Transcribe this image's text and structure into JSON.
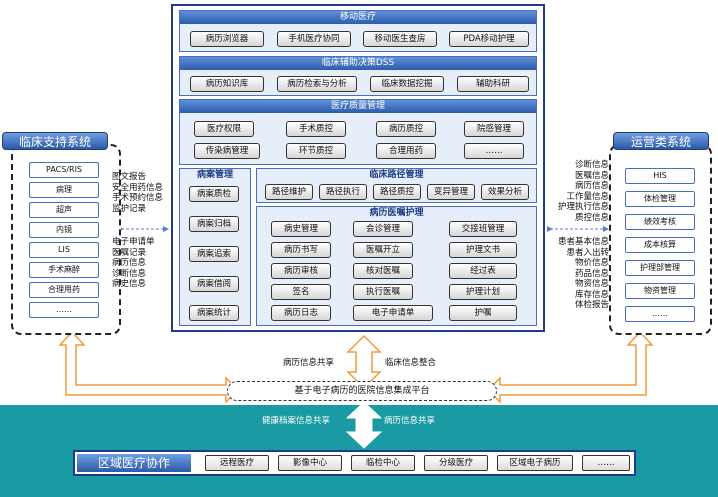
{
  "mobile": {
    "title": "移动医疗",
    "items": [
      "病历浏览器",
      "手机医疗协同",
      "移动医生查房",
      "PDA移动护理"
    ]
  },
  "dss": {
    "title": "临床辅助决策DSS",
    "items": [
      "病历知识库",
      "病历检索与分析",
      "临床数据挖掘",
      "辅助科研"
    ]
  },
  "quality": {
    "title": "医疗质量管理",
    "items": [
      "医疗权限",
      "手术质控",
      "病历质控",
      "院感管理",
      "传染病管理",
      "环节质控",
      "合理用药",
      "……"
    ]
  },
  "records": {
    "title": "病案管理",
    "items": [
      "病案质检",
      "病案归档",
      "病案追索",
      "病案借阅",
      "病案统计"
    ]
  },
  "pathway": {
    "title": "临床路径管理",
    "items": [
      "路径维护",
      "路径执行",
      "路径质控",
      "变异管理",
      "效果分析"
    ]
  },
  "nursing": {
    "title": "病历医嘱护理",
    "items": [
      "病史管理",
      "会诊管理",
      "交接班管理",
      "病历书写",
      "医嘱开立",
      "护理文书",
      "病历审核",
      "核对医嘱",
      "经过表",
      "签名",
      "执行医嘱",
      "护理计划",
      "病历日志",
      "电子申请单",
      "护嘱"
    ]
  },
  "left_panel": {
    "title": "临床支持系统",
    "items": [
      "PACS/RIS",
      "病理",
      "超声",
      "内镜",
      "LIS",
      "手术麻醉",
      "合理用药",
      "……"
    ],
    "labels_top": [
      "图文报告",
      "安全用药信息",
      "手术预约信息",
      "监护记录"
    ],
    "labels_bottom": [
      "电子申请单",
      "医嘱记录",
      "病历信息",
      "诊断信息",
      "病史信息"
    ]
  },
  "right_panel": {
    "title": "运营类系统",
    "items": [
      "HIS",
      "体检管理",
      "绩效考核",
      "成本核算",
      "护理部管理",
      "物资管理",
      "……"
    ],
    "labels_top": [
      "诊断信息",
      "医嘱信息",
      "病历信息",
      "工作量信息",
      "护理执行信息",
      "质控信息"
    ],
    "labels_bottom": [
      "患者基本信息",
      "患者入出转",
      "物价信息",
      "药品信息",
      "物资信息",
      "库存信息",
      "体检报告"
    ]
  },
  "middle": {
    "share_left": "病历信息共享",
    "share_right": "临床信息整合",
    "platform": "基于电子病历的医院信息集成平台",
    "health_share": "健康档案信息共享",
    "record_share": "病历信息共享"
  },
  "region": {
    "title": "区域医疗协作",
    "items": [
      "远程医疗",
      "影像中心",
      "临检中心",
      "分级医疗",
      "区域电子病历",
      "……"
    ]
  },
  "colors": {
    "teal_band": "#1a9ba3",
    "arrow_fill": "#ffffff",
    "arrow_stroke": "#f29a3a",
    "frame_blue": "#1f3c88"
  }
}
